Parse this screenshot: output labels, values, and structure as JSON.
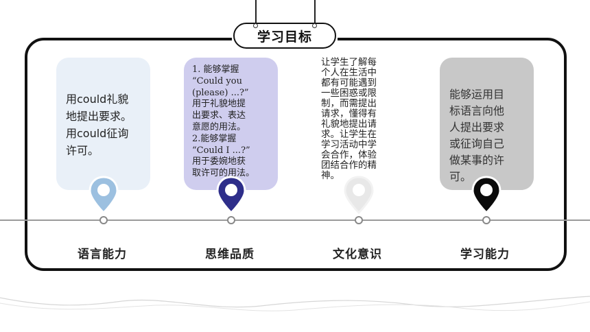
{
  "title": "学习目标",
  "objectives": [
    {
      "label": "语言能力",
      "text": [
        "用could礼貌",
        "地提出要求。",
        "用could征询",
        "许可。"
      ],
      "card_color": "#e9f0f8",
      "pin_color": "#9cc0e0"
    },
    {
      "label": "思维品质",
      "text": [
        "1. 能够掌握",
        "“Could you",
        "(please) ...?”",
        "用于礼貌地提",
        "出要求、表达",
        "意愿的用法。",
        "2.能够掌握",
        "“Could I ...?”",
        "用于委婉地获",
        "取许可的用法。"
      ],
      "card_color": "#cfcdee",
      "pin_color": "#2e2e8a"
    },
    {
      "label": "文化意识",
      "text": [
        "让学生了解每",
        "个人在生活中",
        "都有可能遇到",
        "一些困惑或限",
        "制，而需提出",
        "请求，懂得有",
        "礼貌地提出请",
        "求。让学生在",
        "学习活动中学",
        "会合作，体验",
        "团结合作的精",
        "神。"
      ],
      "card_color": "#ffffff",
      "pin_color": "#e8e8e8"
    },
    {
      "label": "学习能力",
      "text": [
        "能够运用目",
        "标语言向他",
        "人提出要求",
        "或征询自己",
        "做某事的许",
        "可。"
      ],
      "card_color": "#c8c8c8",
      "pin_color": "#0a0a0a"
    }
  ]
}
